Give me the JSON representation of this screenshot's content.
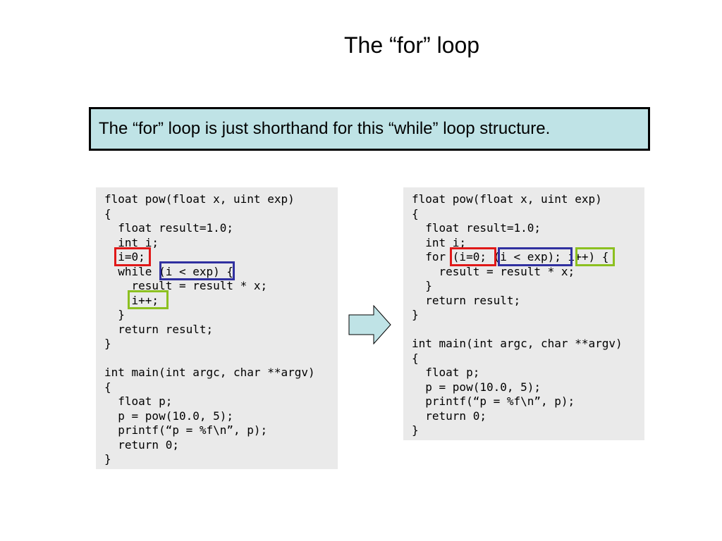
{
  "slide": {
    "title": "The “for” loop",
    "callout": "The “for” loop is just shorthand for this “while” loop structure."
  },
  "code_left": {
    "lines": [
      "float pow(float x, uint exp)",
      "{",
      "  float result=1.0;",
      "  int i;",
      "  i=0;",
      "  while (i < exp) {",
      "    result = result * x;",
      "    i++;",
      "  }",
      "  return result;",
      "}",
      "",
      "int main(int argc, char **argv)",
      "{",
      "  float p;",
      "  p = pow(10.0, 5);",
      "  printf(“p = %f\\n”, p);",
      "  return 0;",
      "}"
    ]
  },
  "code_right": {
    "lines": [
      "float pow(float x, uint exp)",
      "{",
      "  float result=1.0;",
      "  int i;",
      "  for (i=0; (i < exp); i++) {",
      "    result = result * x;",
      "  }",
      "  return result;",
      "}",
      "",
      "int main(int argc, char **argv)",
      "{",
      "  float p;",
      "  p = pow(10.0, 5);",
      "  printf(“p = %f\\n”, p);",
      "  return 0;",
      "}"
    ]
  },
  "colors": {
    "callout_background": "#bfe3e6",
    "code_background": "#eaeaea",
    "init_highlight": "#e01818",
    "condition_highlight": "#3030a0",
    "increment_highlight": "#8cc020",
    "arrow_fill": "#bfe3e6"
  },
  "icons": {
    "transform_arrow": "right-arrow-icon"
  }
}
